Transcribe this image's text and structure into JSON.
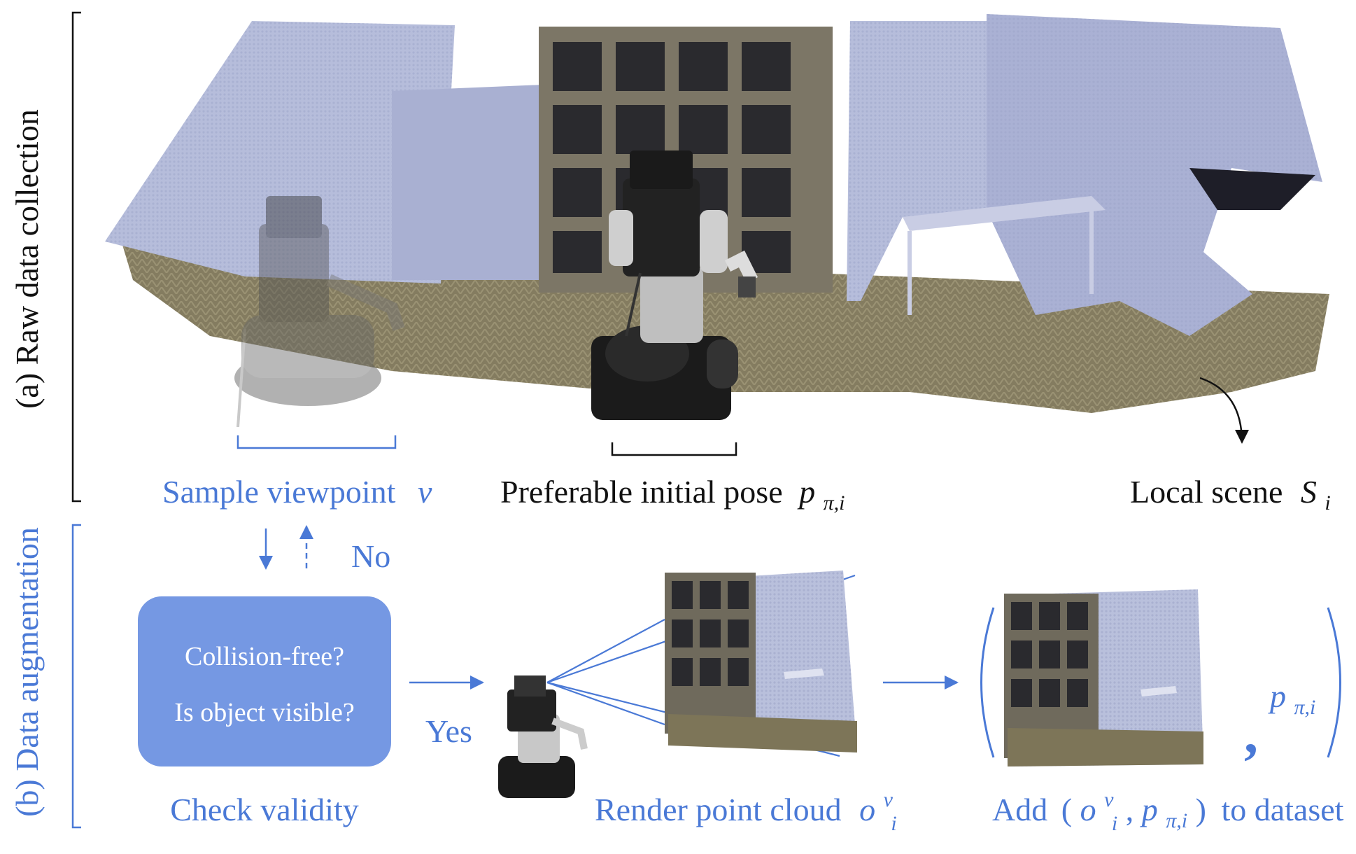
{
  "colors": {
    "accent_blue": "#4a79d6",
    "check_box_fill": "#7598e3",
    "text_black": "#111111",
    "wall_point_cloud": "#b9c0dc",
    "floor_point_cloud": "#7d7558",
    "shelf_point_cloud": "#6f6a5c"
  },
  "side_labels": {
    "a": "(a) Raw data collection",
    "b": "(b) Data augmentation"
  },
  "scene_labels": {
    "sample_viewpoint": "Sample viewpoint",
    "sample_viewpoint_var": "v",
    "initial_pose": "Preferable initial pose",
    "initial_pose_var": "p",
    "initial_pose_sub": "π,i",
    "local_scene": "Local scene",
    "local_scene_var": "S",
    "local_scene_sub": "i"
  },
  "flow": {
    "no_label": "No",
    "yes_label": "Yes",
    "check_box_line1": "Collision-free?",
    "check_box_line2": "Is object visible?",
    "check_validity": "Check validity",
    "render_label": "Render point cloud",
    "render_var": "o",
    "render_sup": "v",
    "render_sub": "i",
    "tuple_pose_var": "p",
    "tuple_pose_sub": "π,i",
    "tuple_comma": ",",
    "add_prefix": "Add",
    "add_open": "(",
    "add_o": "o",
    "add_sup": "v",
    "add_sub": "i",
    "add_comma": ", ",
    "add_p": "p",
    "add_p_sub": "π,i",
    "add_close": ")",
    "add_suffix": "to dataset"
  },
  "icons": [
    "robot-icon",
    "point-cloud-scene",
    "shelf-icon"
  ]
}
